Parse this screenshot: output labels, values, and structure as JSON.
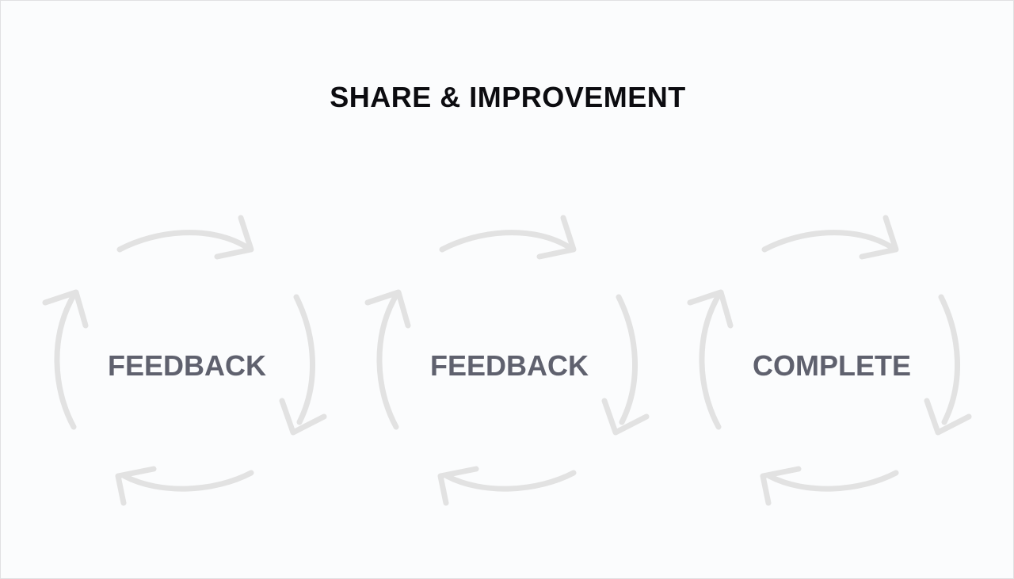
{
  "diagram": {
    "title": "SHARE & IMPROVEMENT",
    "cycles": [
      {
        "label": "FEEDBACK"
      },
      {
        "label": "FEEDBACK"
      },
      {
        "label": "COMPLETE"
      }
    ],
    "colors": {
      "background": "#fbfcfd",
      "title": "#0c0c10",
      "label": "#5f616e",
      "arrow": "#e2e2e2"
    }
  }
}
